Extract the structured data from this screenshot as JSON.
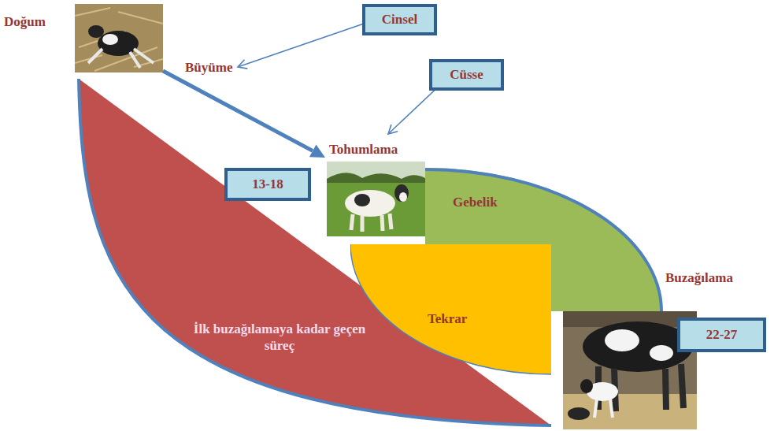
{
  "diagram": {
    "nodes": [
      {
        "text": [
          "Cinsel"
        ]
      },
      {
        "text": [
          "Cüsse"
        ]
      },
      {
        "text": [
          "13-18"
        ]
      },
      {
        "text": [
          "Gebelik"
        ]
      },
      {
        "text": [
          "Tekrar"
        ]
      },
      {
        "text": [
          "İlk buzağılamaya kadar geçen süreç"
        ]
      },
      {
        "text": [
          "22-27"
        ]
      }
    ],
    "labels": [
      "Doğum",
      "Büyüme",
      "Tohumlama",
      "Buzağılama"
    ]
  }
}
